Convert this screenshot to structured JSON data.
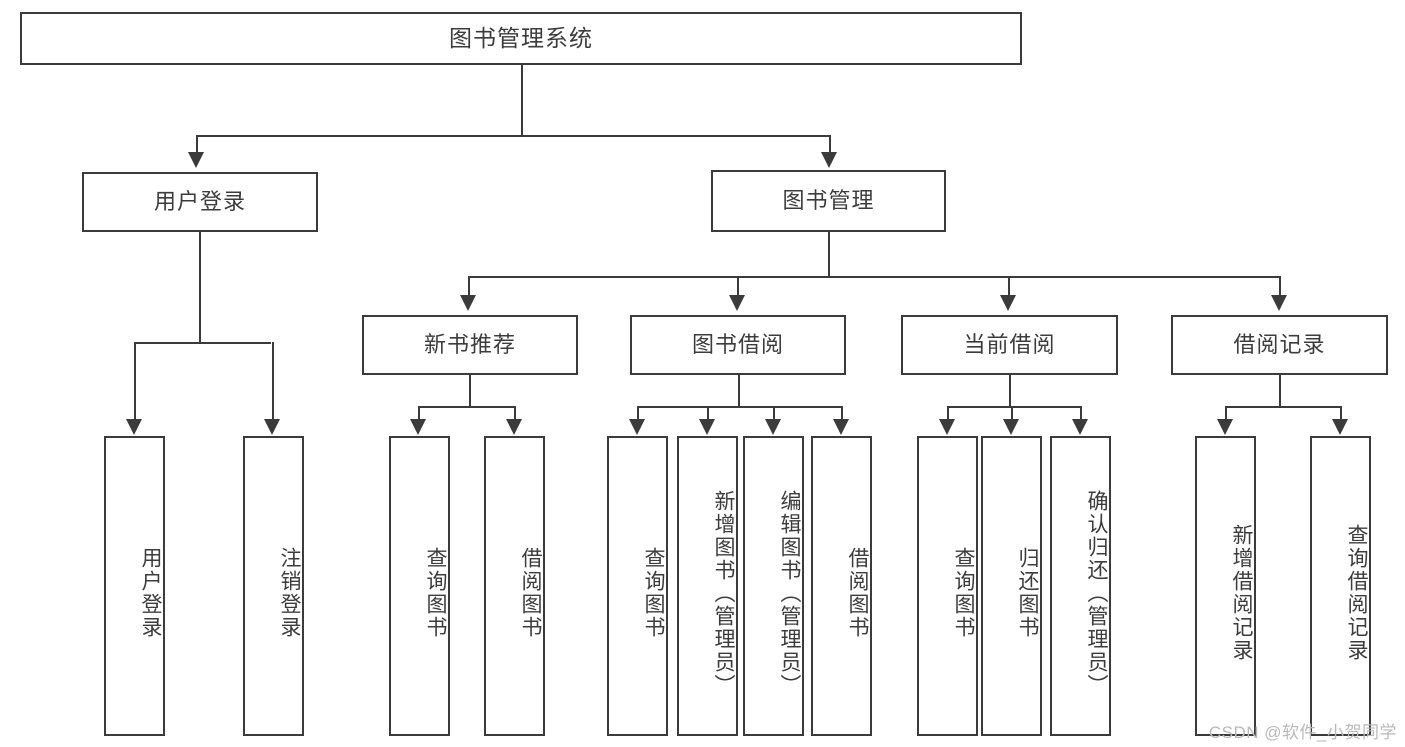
{
  "diagram": {
    "title": "图书管理系统",
    "watermark": "CSDN @软件_小贺同学",
    "colors": {
      "stroke": "#3b3b3b",
      "text": "#3c3c3c",
      "background": "#ffffff",
      "watermark": "#b9b9b9"
    },
    "root": {
      "label": "图书管理系统"
    },
    "level1": [
      {
        "label": "用户登录"
      },
      {
        "label": "图书管理"
      }
    ],
    "level2": [
      {
        "label": "新书推荐"
      },
      {
        "label": "图书借阅"
      },
      {
        "label": "当前借阅"
      },
      {
        "label": "借阅记录"
      }
    ],
    "leaves": {
      "user_login": [
        {
          "label": "用户登录"
        },
        {
          "label": "注销登录"
        }
      ],
      "new_book_recommend": [
        {
          "label": "查询图书"
        },
        {
          "label": "借阅图书"
        }
      ],
      "book_borrow": [
        {
          "label": "查询图书"
        },
        {
          "label": "新增图书（管理员）"
        },
        {
          "label": "编辑图书（管理员）"
        },
        {
          "label": "借阅图书"
        }
      ],
      "current_borrow": [
        {
          "label": "查询图书"
        },
        {
          "label": "归还图书"
        },
        {
          "label": "确认归还（管理员）"
        }
      ],
      "borrow_record": [
        {
          "label": "新增借阅记录"
        },
        {
          "label": "查询借阅记录"
        }
      ]
    }
  }
}
